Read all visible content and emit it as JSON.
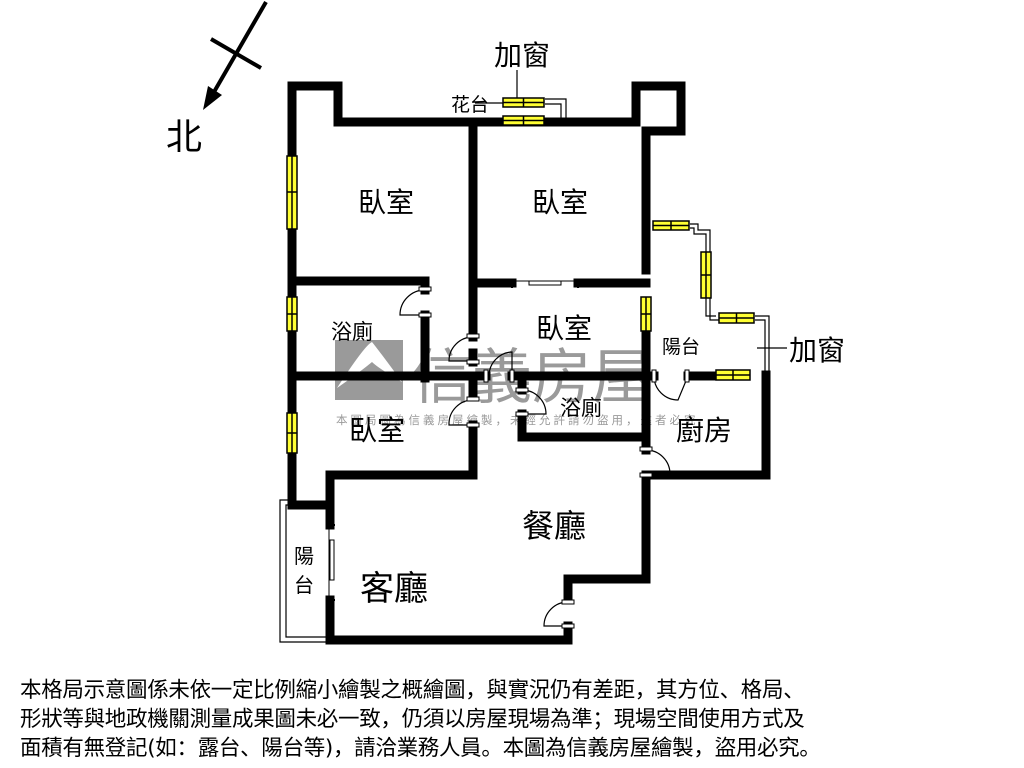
{
  "compass": {
    "label": "北",
    "icon": "north-arrow-icon"
  },
  "annotations": {
    "add_window_top": "加窗",
    "add_window_right": "加窗",
    "planter": "花台"
  },
  "rooms": {
    "bedroom_top_left": "臥室",
    "bedroom_top_right": "臥室",
    "bedroom_middle": "臥室",
    "bedroom_bottom_left": "臥室",
    "bathroom_left": "浴廁",
    "bathroom_center": "浴廁",
    "balcony_right": "陽台",
    "balcony_left_line1": "陽",
    "balcony_left_line2": "台",
    "kitchen": "廚房",
    "dining_room": "餐廳",
    "living_room": "客廳"
  },
  "watermark": {
    "brand": "信義房屋",
    "notice": "本圖局圖為信義房屋繪製，未經允許請勿盜用，違者必究"
  },
  "colors": {
    "wall": "#000000",
    "window_fill": "#ffff33",
    "watermark": "#9a9a9a"
  },
  "caption": {
    "line1": "本格局示意圖係未依一定比例縮小繪製之概繪圖，與實況仍有差距，其方位、格局、",
    "line2": "形狀等與地政機關測量成果圖未必一致，仍須以房屋現場為準；現場空間使用方式及",
    "line3": "面積有無登記(如：露台、陽台等)，請洽業務人員。本圖為信義房屋繪製，盜用必究。"
  }
}
